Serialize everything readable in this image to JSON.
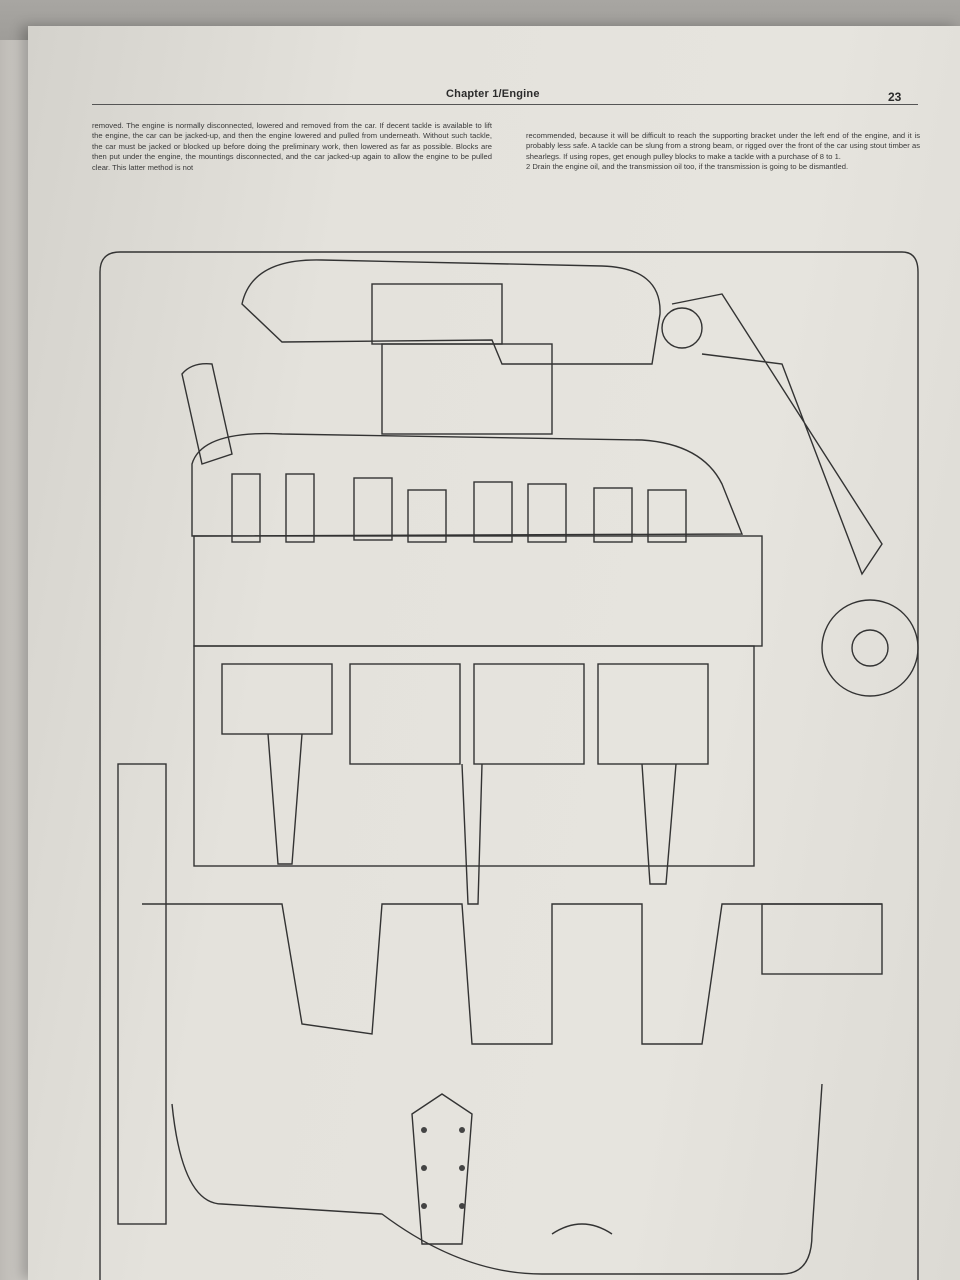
{
  "header": {
    "title": "Chapter 1/Engine",
    "page_number": "23"
  },
  "body_text": {
    "left_column": "removed. The engine is normally disconnected, lowered and removed from the car. If decent tackle is available to lift the engine, the car can be jacked-up, and then the engine lowered and pulled from underneath. Without such tackle, the car must be jacked or blocked up before doing the preliminary work, then lowered as far as possible. Blocks are then put under the engine, the mountings disconnected, and the car jacked-up again to allow the engine to be pulled clear. This latter method is not",
    "right_column": "recommended, because it will be difficult to reach the supporting bracket under the left end of the engine, and it is probably less safe. A tackle can be slung from a strong beam, or rigged over the front of the car using stout timber as shearlegs. If using ropes, get enough pulley blocks to make a tackle with a purchase of 8 to 1.",
    "right_column_item2": "2  Drain the engine oil, and the transmission oil too, if the transmission is going to be dismantled."
  },
  "colors": {
    "paper": "#e4e2dc",
    "ink": "#3a3a3a",
    "fabric": "#9a9894"
  }
}
